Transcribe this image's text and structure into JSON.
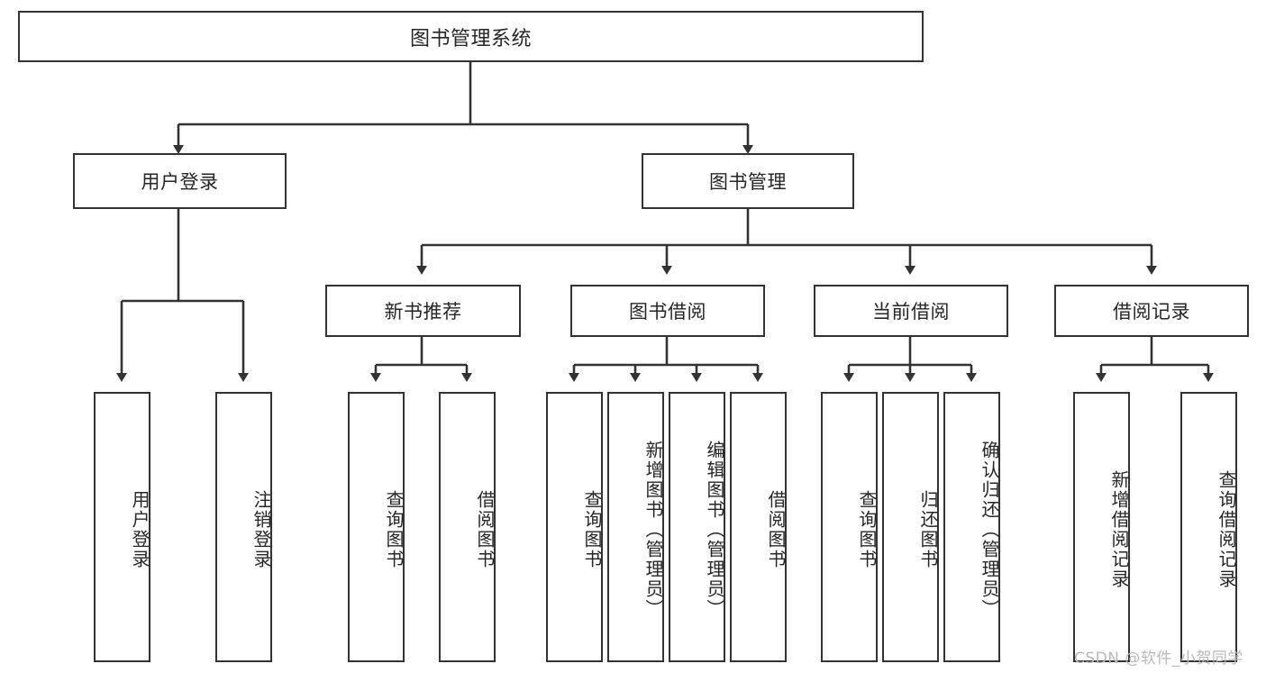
{
  "diagram": {
    "title": "图书管理系统",
    "type": "functional-decomposition-tree",
    "colors": {
      "box_border": "#333333",
      "box_fill": "#ffffff",
      "connector": "#333333",
      "text": "#262626",
      "watermark": "#b9b9b9"
    },
    "root": {
      "label": "图书管理系统"
    },
    "level1": [
      {
        "label": "用户登录"
      },
      {
        "label": "图书管理"
      }
    ],
    "level2": [
      {
        "label": "新书推荐"
      },
      {
        "label": "图书借阅"
      },
      {
        "label": "当前借阅"
      },
      {
        "label": "借阅记录"
      }
    ],
    "leaves": {
      "user_login": [
        {
          "label": "用户登录"
        },
        {
          "label": "注销登录"
        }
      ],
      "new_book_recommend": [
        {
          "label": "查询图书"
        },
        {
          "label": "借阅图书"
        }
      ],
      "book_borrow": [
        {
          "label": "查询图书"
        },
        {
          "label": "新增图书（管理员）"
        },
        {
          "label": "编辑图书（管理员）"
        },
        {
          "label": "借阅图书"
        }
      ],
      "current_borrow": [
        {
          "label": "查询图书"
        },
        {
          "label": "归还图书"
        },
        {
          "label": "确认归还（管理员）"
        }
      ],
      "borrow_record": [
        {
          "label": "新增借阅记录"
        },
        {
          "label": "查询借阅记录"
        }
      ]
    }
  },
  "watermark": {
    "text": "CSDN @软件_小贺同学"
  }
}
